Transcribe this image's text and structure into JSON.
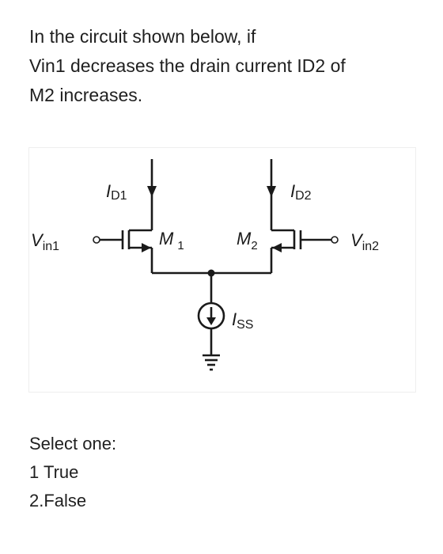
{
  "question": {
    "line1": "In the circuit shown below, if",
    "line2": "Vin1 decreases the drain current ID2 of",
    "line3": "M2 increases."
  },
  "diagram": {
    "vin1_main": "V",
    "vin1_sub": "in1",
    "vin2_main": "V",
    "vin2_sub": "in2",
    "m1_main": "M",
    "m1_sub": "1",
    "m2_main": "M",
    "m2_sub": "2",
    "id1_main": "I",
    "id1_sub": "D1",
    "id2_main": "I",
    "id2_sub": "D2",
    "iss_main": "I",
    "iss_sub": "SS"
  },
  "answers": {
    "prompt": "Select one:",
    "option1": "1 True",
    "option2": "2.False"
  }
}
